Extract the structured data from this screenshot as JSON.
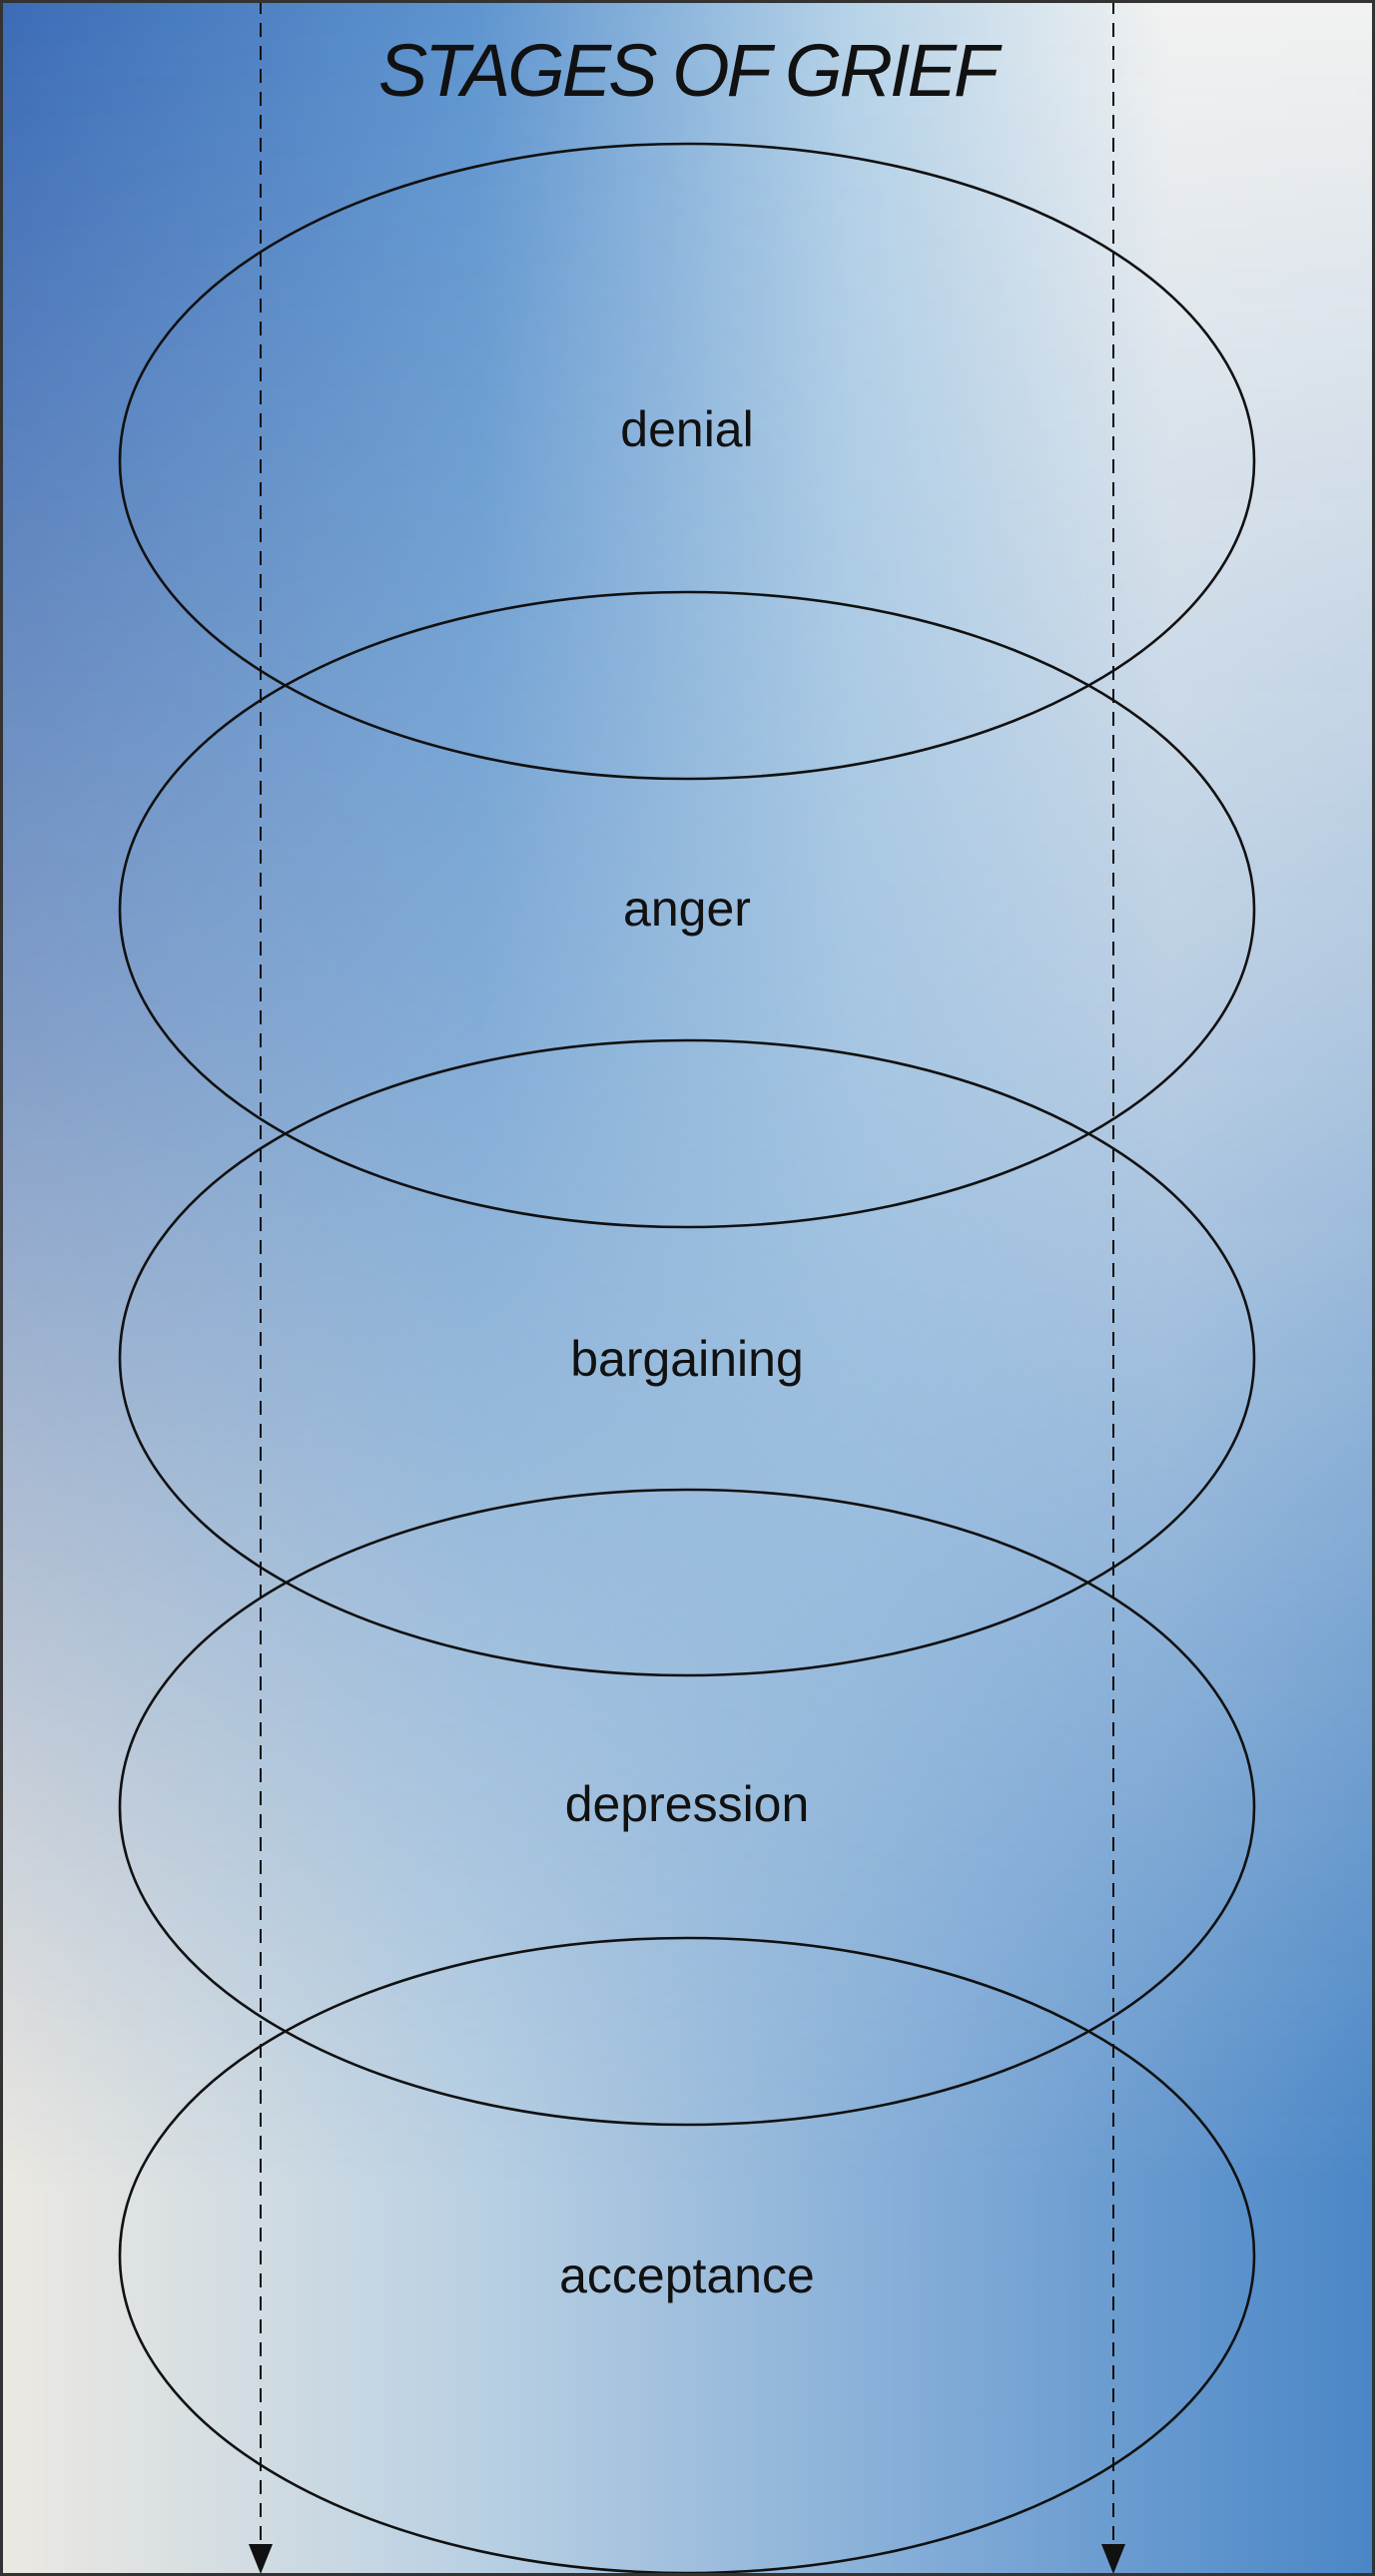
{
  "title": "STAGES OF GRIEF",
  "stages": [
    {
      "label": "denial"
    },
    {
      "label": "anger"
    },
    {
      "label": "bargaining"
    },
    {
      "label": "depression"
    },
    {
      "label": "acceptance"
    }
  ],
  "colors": {
    "blue": "#3b6bb6",
    "light": "#f2f2f1",
    "line": "#111111"
  }
}
